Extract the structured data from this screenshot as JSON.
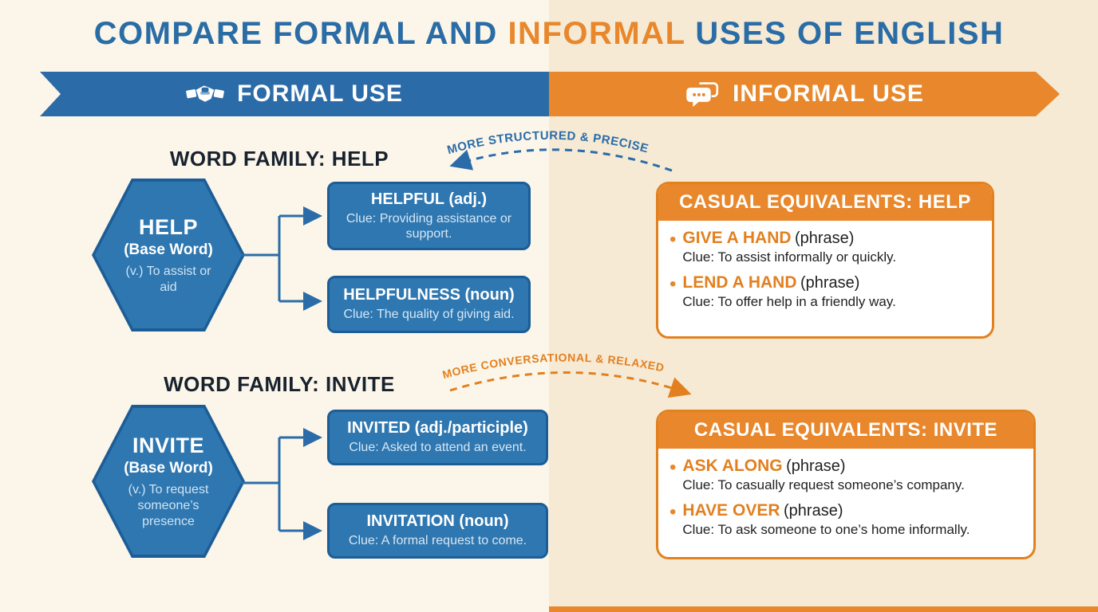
{
  "title": {
    "part1": "COMPARE FORMAL AND ",
    "part2": "INFORMAL",
    "part3": " USES OF ENGLISH"
  },
  "banners": {
    "formal": {
      "label": "FORMAL USE",
      "icon": "handshake-icon"
    },
    "informal": {
      "label": "INFORMAL USE",
      "icon": "speech-bubbles-icon"
    }
  },
  "arrows": {
    "top": {
      "label": "MORE STRUCTURED & PRECISE"
    },
    "bottom": {
      "label": "MORE CONVERSATIONAL & RELAXED"
    }
  },
  "formal": {
    "families": [
      {
        "heading": "WORD FAMILY: HELP",
        "base": {
          "word": "HELP",
          "subtitle": "(Base Word)",
          "definition": "(v.) To assist or aid"
        },
        "derived": [
          {
            "title": "HELPFUL (adj.)",
            "clue": "Clue: Providing assistance or support."
          },
          {
            "title": "HELPFULNESS (noun)",
            "clue": "Clue: The quality of giving aid."
          }
        ]
      },
      {
        "heading": "WORD FAMILY: INVITE",
        "base": {
          "word": "INVITE",
          "subtitle": "(Base Word)",
          "definition": "(v.) To request someone’s presence"
        },
        "derived": [
          {
            "title": "INVITED (adj./participle)",
            "clue": "Clue: Asked to attend an event."
          },
          {
            "title": "INVITATION (noun)",
            "clue": "Clue: A formal request to come."
          }
        ]
      }
    ]
  },
  "informal": {
    "cards": [
      {
        "header": "CASUAL EQUIVALENTS: HELP",
        "items": [
          {
            "phrase": "GIVE A HAND",
            "type": "(phrase)",
            "clue": "Clue: To assist informally or quickly."
          },
          {
            "phrase": "LEND A HAND",
            "type": "(phrase)",
            "clue": "Clue: To offer help in a friendly way."
          }
        ]
      },
      {
        "header": "CASUAL EQUIVALENTS: INVITE",
        "items": [
          {
            "phrase": "ASK ALONG",
            "type": "(phrase)",
            "clue": "Clue: To casually request someone’s company."
          },
          {
            "phrase": "HAVE OVER",
            "type": "(phrase)",
            "clue": "Clue: To ask someone to one’s home informally."
          }
        ]
      }
    ]
  },
  "colors": {
    "blue": "#2b6ca8",
    "blue_dark": "#1d5d97",
    "orange": "#e8872b",
    "bg_left": "#fbf6e9",
    "bg_right": "#f6ead5"
  }
}
